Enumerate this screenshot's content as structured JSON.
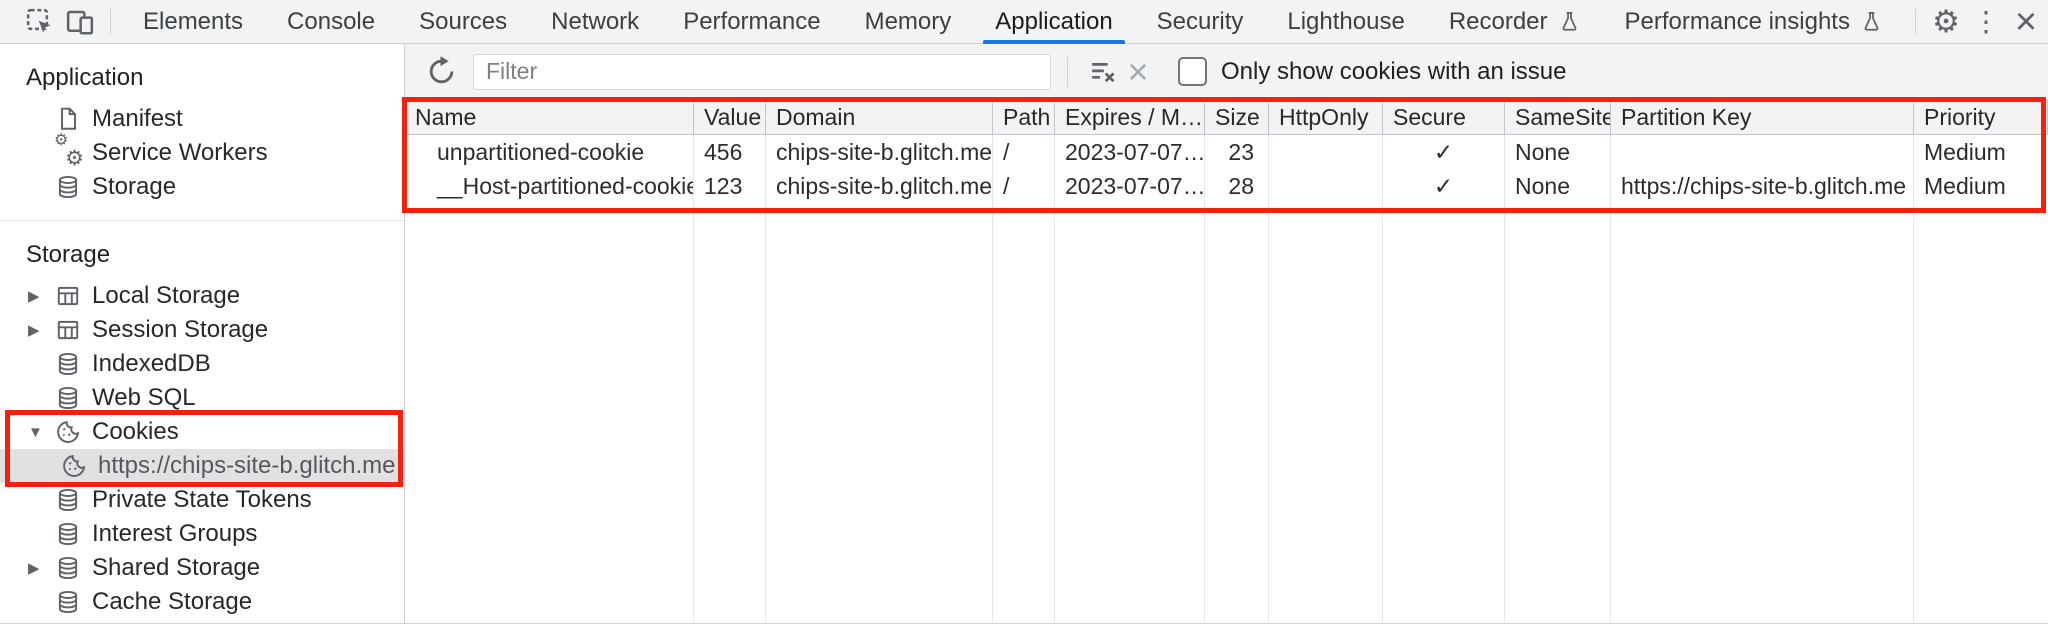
{
  "tabbar": {
    "tabs": [
      {
        "label": "Elements"
      },
      {
        "label": "Console"
      },
      {
        "label": "Sources"
      },
      {
        "label": "Network"
      },
      {
        "label": "Performance"
      },
      {
        "label": "Memory"
      },
      {
        "label": "Application"
      },
      {
        "label": "Security"
      },
      {
        "label": "Lighthouse"
      },
      {
        "label": "Recorder"
      },
      {
        "label": "Performance insights"
      }
    ],
    "active_tab": "Application"
  },
  "sidebar": {
    "sections": [
      {
        "title": "Application",
        "items": [
          {
            "label": "Manifest"
          },
          {
            "label": "Service Workers"
          },
          {
            "label": "Storage"
          }
        ]
      },
      {
        "title": "Storage",
        "items": [
          {
            "label": "Local Storage"
          },
          {
            "label": "Session Storage"
          },
          {
            "label": "IndexedDB"
          },
          {
            "label": "Web SQL"
          },
          {
            "label": "Cookies"
          },
          {
            "label": "https://chips-site-b.glitch.me"
          },
          {
            "label": "Private State Tokens"
          },
          {
            "label": "Interest Groups"
          },
          {
            "label": "Shared Storage"
          },
          {
            "label": "Cache Storage"
          }
        ]
      }
    ],
    "selected_item": "https://chips-site-b.glitch.me"
  },
  "toolbar": {
    "filter_placeholder": "Filter",
    "checkbox_label": "Only show cookies with an issue",
    "checkbox_checked": false
  },
  "cookie_table": {
    "columns": [
      "Name",
      "Value",
      "Domain",
      "Path",
      "Expires / M…",
      "Size",
      "HttpOnly",
      "Secure",
      "SameSite",
      "Partition Key",
      "Priority"
    ],
    "rows": [
      {
        "name": "unpartitioned-cookie",
        "value": "456",
        "domain": "chips-site-b.glitch.me",
        "path": "/",
        "expires": "2023-07-07…",
        "size": "23",
        "httpOnly": "",
        "secure": "✓",
        "sameSite": "None",
        "partitionKey": "",
        "priority": "Medium"
      },
      {
        "name": "__Host-partitioned-cookie",
        "value": "123",
        "domain": "chips-site-b.glitch.me",
        "path": "/",
        "expires": "2023-07-07…",
        "size": "28",
        "httpOnly": "",
        "secure": "✓",
        "sameSite": "None",
        "partitionKey": "https://chips-site-b.glitch.me",
        "priority": "Medium"
      }
    ]
  },
  "colors": {
    "annotation_red": "#f8200b",
    "active_tab_blue": "#1a73e8",
    "toolbar_gray": "#f1f3f4"
  }
}
